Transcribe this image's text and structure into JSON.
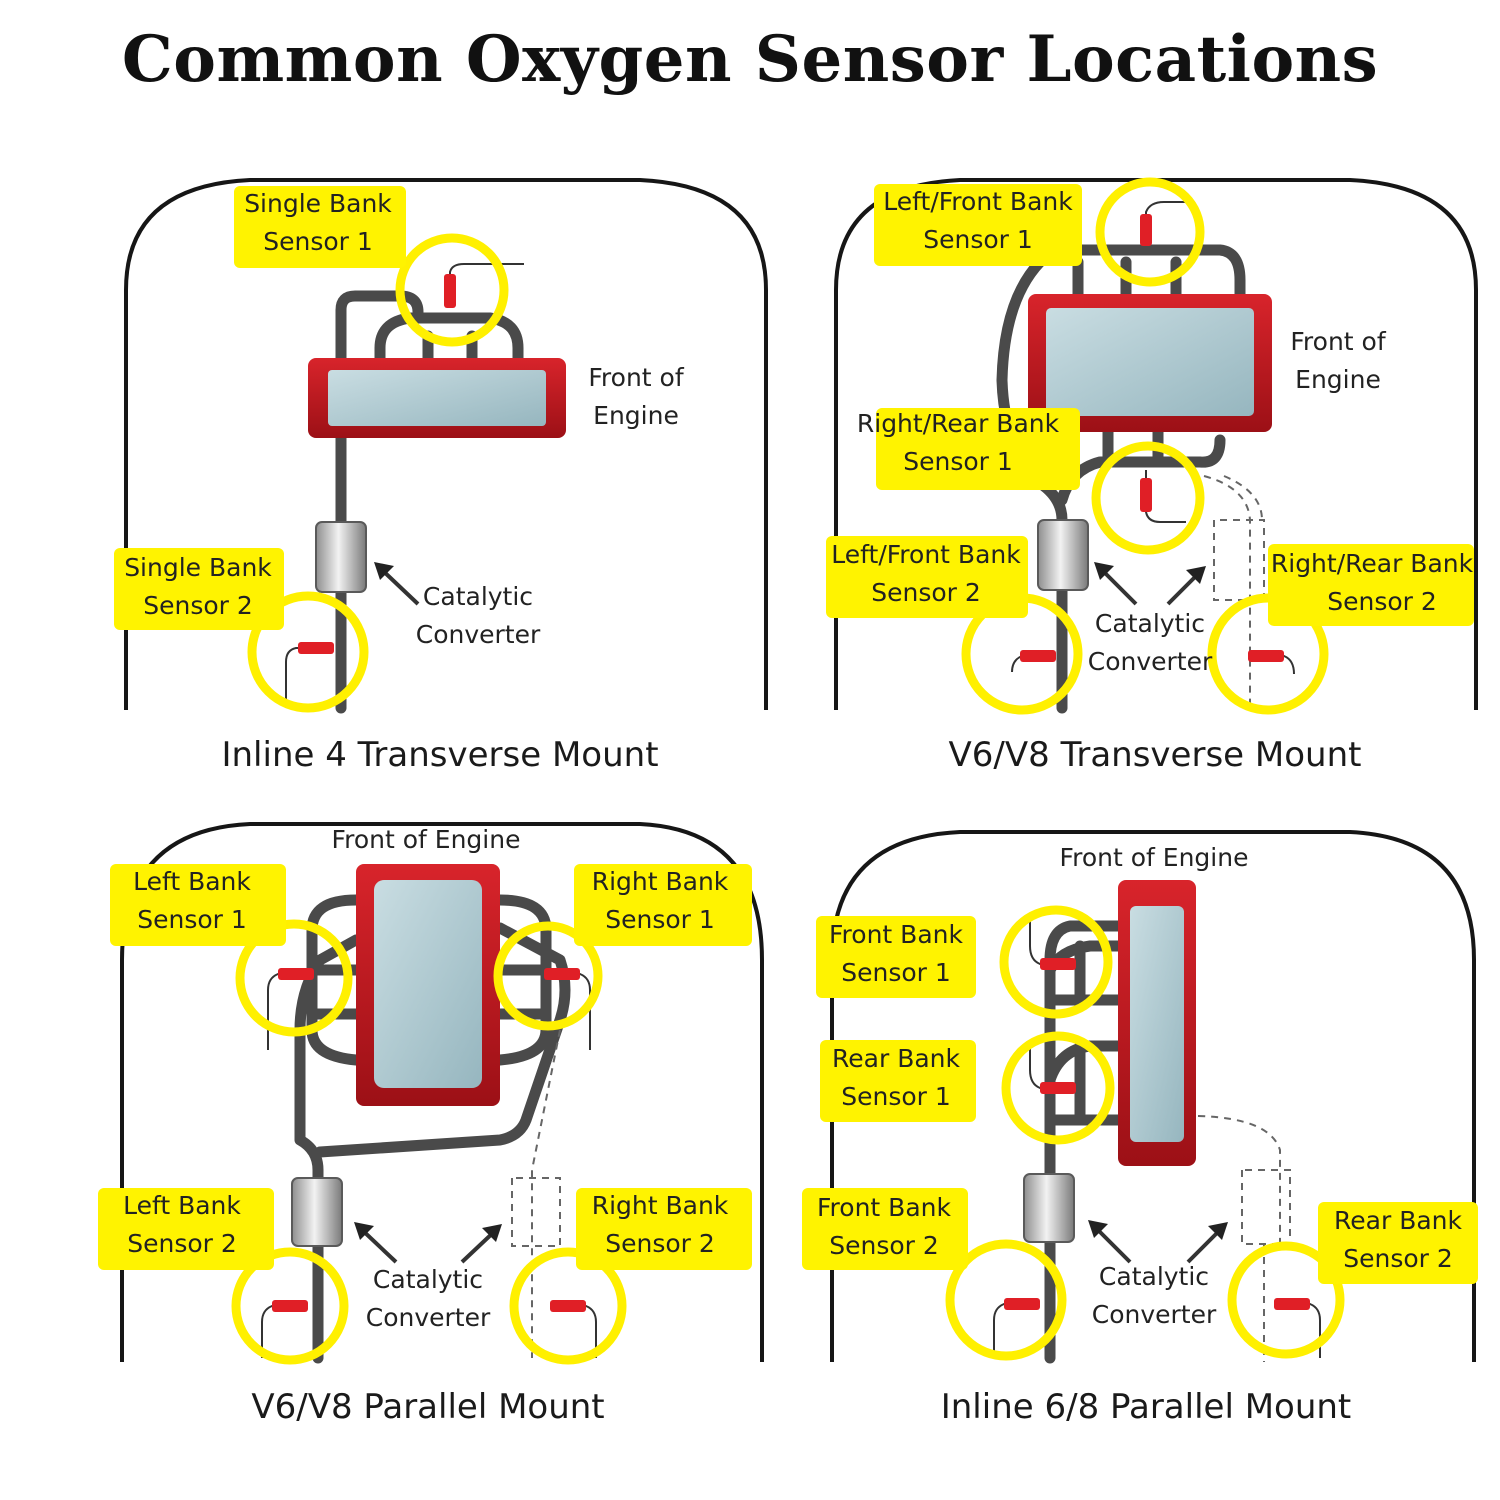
{
  "title": "Common Oxygen Sensor Locations",
  "colors": {
    "highlight": "#fff300",
    "engine_frame": "#c0151c",
    "engine_glass": "#a7c4cc",
    "pipe": "#4a4a4a",
    "sensor": "#e01f26"
  },
  "panels": [
    {
      "caption": "Inline 4 Transverse Mount",
      "front_label": [
        "Front of",
        "Engine"
      ],
      "converter_label": [
        "Catalytic",
        "Converter"
      ],
      "sensors": [
        {
          "line1": "Single Bank",
          "line2": "Sensor 1"
        },
        {
          "line1": "Single Bank",
          "line2": "Sensor 2"
        }
      ]
    },
    {
      "caption": "V6/V8 Transverse Mount",
      "front_label": [
        "Front of",
        "Engine"
      ],
      "converter_label": [
        "Catalytic",
        "Converter"
      ],
      "sensors": [
        {
          "line1": "Left/Front Bank",
          "line2": "Sensor 1"
        },
        {
          "line1": "Right/Rear Bank",
          "line2": "Sensor 1"
        },
        {
          "line1": "Left/Front Bank",
          "line2": "Sensor 2"
        },
        {
          "line1": "Right/Rear Bank",
          "line2": "Sensor 2"
        }
      ]
    },
    {
      "caption": "V6/V8 Parallel Mount",
      "front_label": [
        "Front of Engine"
      ],
      "converter_label": [
        "Catalytic",
        "Converter"
      ],
      "sensors": [
        {
          "line1": "Left Bank",
          "line2": "Sensor 1"
        },
        {
          "line1": "Right Bank",
          "line2": "Sensor 1"
        },
        {
          "line1": "Left Bank",
          "line2": "Sensor 2"
        },
        {
          "line1": "Right Bank",
          "line2": "Sensor 2"
        }
      ]
    },
    {
      "caption": "Inline 6/8 Parallel Mount",
      "front_label": [
        "Front of Engine"
      ],
      "converter_label": [
        "Catalytic",
        "Converter"
      ],
      "sensors": [
        {
          "line1": "Front Bank",
          "line2": "Sensor 1"
        },
        {
          "line1": "Rear Bank",
          "line2": "Sensor 1"
        },
        {
          "line1": "Front Bank",
          "line2": "Sensor 2"
        },
        {
          "line1": "Rear Bank",
          "line2": "Sensor 2"
        }
      ]
    }
  ]
}
